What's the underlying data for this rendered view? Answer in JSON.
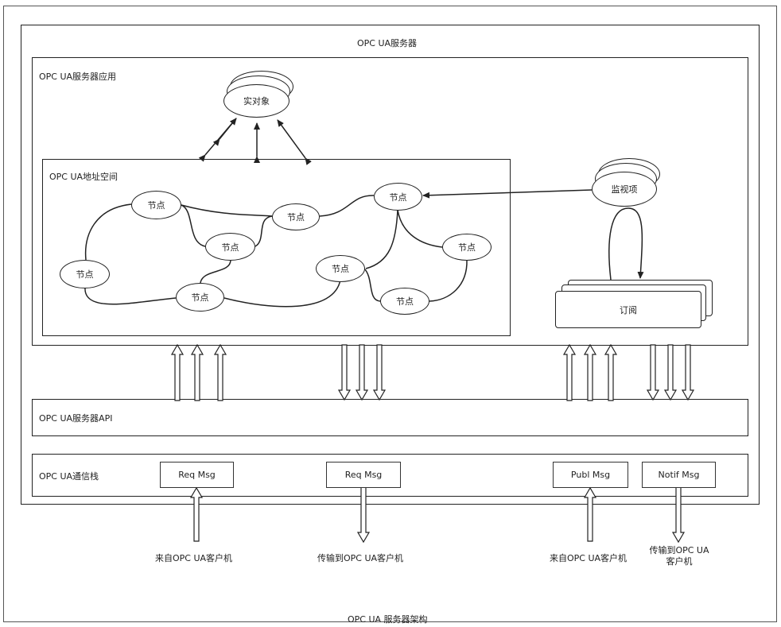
{
  "diagram": {
    "caption": "OPC UA 服务器架构",
    "server": {
      "title": "OPC UA服务器"
    },
    "app": {
      "title": "OPC UA服务器应用"
    },
    "real_object": {
      "label": "实对象"
    },
    "address_space": {
      "title": "OPC UA地址空间",
      "nodes": [
        "节点",
        "节点",
        "节点",
        "节点",
        "节点",
        "节点",
        "节点",
        "节点",
        "节点"
      ]
    },
    "monitor": {
      "label": "监视项"
    },
    "subscription": {
      "label": "订阅"
    },
    "api": {
      "title": "OPC UA服务器API"
    },
    "stack": {
      "title": "OPC UA通信栈",
      "messages": [
        "Req Msg",
        "Req Msg",
        "Publ Msg",
        "Notif Msg"
      ]
    },
    "external": [
      "来自OPC UA客户机",
      "传输到OPC UA客户机",
      "来自OPC UA客户机",
      "传输到OPC UA\n客户机"
    ]
  }
}
